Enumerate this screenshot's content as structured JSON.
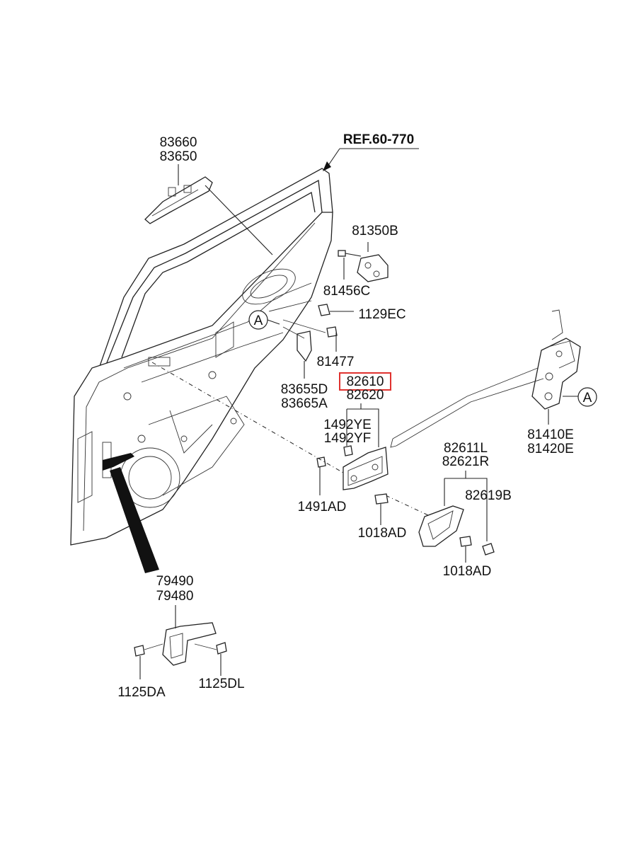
{
  "reference": "REF.60-770",
  "highlight_color": "#e0322f",
  "labels": {
    "l83660": "83660",
    "l83650": "83650",
    "l81350B": "81350B",
    "l81456C": "81456C",
    "l1129EC": "1129EC",
    "l81477": "81477",
    "l83655D": "83655D",
    "l83665A": "83665A",
    "l82610": "82610",
    "l82620": "82620",
    "l1492YE": "1492YE",
    "l1492YF": "1492YF",
    "l1491AD": "1491AD",
    "l1018AD_a": "1018AD",
    "l1018AD_b": "1018AD",
    "l82611L": "82611L",
    "l82621R": "82621R",
    "l82619B": "82619B",
    "l81410E": "81410E",
    "l81420E": "81420E",
    "l79490": "79490",
    "l79480": "79480",
    "l1125DA": "1125DA",
    "l1125DL": "1125DL",
    "callout_a1": "A",
    "callout_a2": "A"
  }
}
